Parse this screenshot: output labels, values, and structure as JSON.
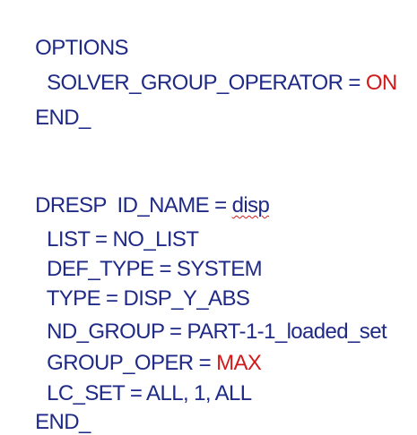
{
  "options_block": {
    "header": "OPTIONS",
    "solver_group_operator": {
      "key": "SOLVER_GROUP_OPERATOR = ",
      "value": "ON"
    },
    "end": "END_"
  },
  "dresp_block": {
    "header_prefix": "DRESP  ID_NAME = ",
    "header_value": "disp",
    "list": "LIST = NO_LIST",
    "def_type": "DEF_TYPE = SYSTEM",
    "type": "TYPE = DISP_Y_ABS",
    "nd_group": "ND_GROUP = PART-1-1_loaded_set",
    "group_oper": {
      "key": "GROUP_OPER = ",
      "value": "MAX"
    },
    "lc_set": "LC_SET = ALL, 1, ALL",
    "end": "END_"
  },
  "colors": {
    "text": "#1f2a86",
    "highlight": "#d21a1a"
  }
}
